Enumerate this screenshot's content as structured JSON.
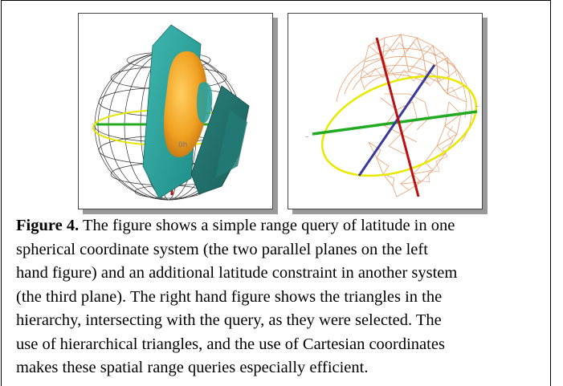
{
  "figure": {
    "label": "Figure 4.",
    "caption_lines": [
      " The figure shows a simple range query of latitude in one",
      "spherical coordinate system (the two parallel planes on the left",
      "hand figure) and an additional latitude constraint in another system",
      "(the third plane). The right hand figure shows the triangles in the",
      "hierarchy, intersecting with the query, as they were selected. The",
      "use of hierarchical triangles, and the use of Cartesian coordinates",
      "makes these spatial range queries especially efficient."
    ],
    "left_image": {
      "axis_label": "0h",
      "colors": {
        "planes": "#2aa19b",
        "cap": "#f0a020",
        "equator": "#e6e600",
        "axis_x": "#22aa22",
        "axis_z": "#bb1111"
      }
    },
    "right_image": {
      "colors": {
        "mesh": "#e8a070",
        "equator": "#e8e800",
        "axis_x": "#22aa22",
        "axis_y": "#3a3a9a",
        "axis_z": "#bb1111"
      }
    }
  }
}
